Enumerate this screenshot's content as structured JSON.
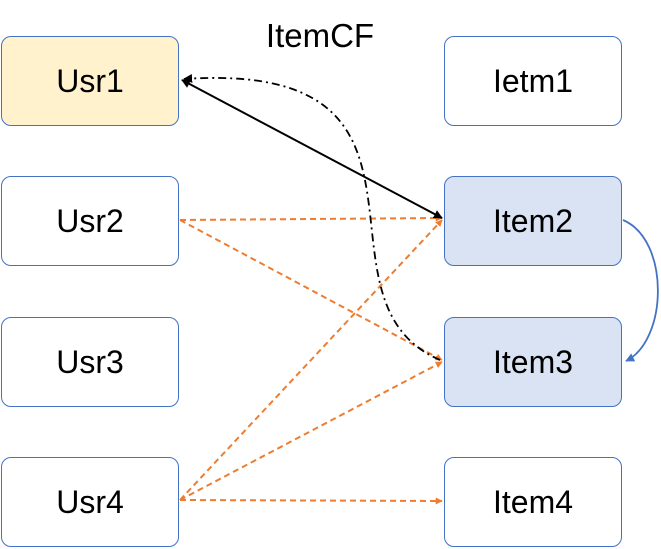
{
  "title": "ItemCF",
  "users": [
    {
      "label": "Usr1",
      "highlighted": true
    },
    {
      "label": "Usr2",
      "highlighted": false
    },
    {
      "label": "Usr3",
      "highlighted": false
    },
    {
      "label": "Usr4",
      "highlighted": false
    }
  ],
  "items": [
    {
      "label": "Ietm1",
      "highlighted": false
    },
    {
      "label": "Item2",
      "highlighted": true
    },
    {
      "label": "Item3",
      "highlighted": true
    },
    {
      "label": "Item4",
      "highlighted": false
    }
  ],
  "colors": {
    "user_highlight": "#fff2cc",
    "item_highlight": "#dae3f3",
    "node_border": "#4472c4",
    "history_edge": "#ed7d31",
    "target_edge": "#000000",
    "similarity_edge": "#4472c4"
  },
  "edges": [
    {
      "from": "Usr1",
      "to": "Item2",
      "style": "solid",
      "color": "black"
    },
    {
      "from": "Item3",
      "to": "Usr1",
      "style": "dash-dot",
      "color": "black"
    },
    {
      "from": "Item2",
      "to": "Item3",
      "style": "solid-curve",
      "color": "blue"
    },
    {
      "from": "Usr2",
      "to": "Item2",
      "style": "dashed",
      "color": "orange"
    },
    {
      "from": "Usr2",
      "to": "Item3",
      "style": "dashed",
      "color": "orange"
    },
    {
      "from": "Usr4",
      "to": "Item2",
      "style": "dashed",
      "color": "orange"
    },
    {
      "from": "Usr4",
      "to": "Item3",
      "style": "dashed",
      "color": "orange"
    },
    {
      "from": "Usr4",
      "to": "Item4",
      "style": "dashed",
      "color": "orange"
    }
  ]
}
